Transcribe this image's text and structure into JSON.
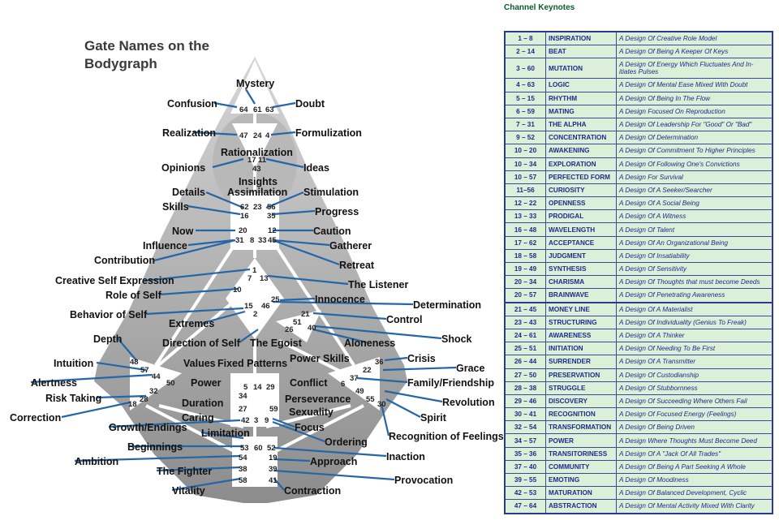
{
  "diagram": {
    "title_line1": "Gate Names on the",
    "title_line2": "Bodygraph",
    "labels": [
      "Mystery",
      "Confusion",
      "Doubt",
      "Realization",
      "Formulization",
      "Rationalization",
      "Opinions",
      "Ideas",
      "Insights",
      "Assimilation",
      "Details",
      "Stimulation",
      "Skills",
      "Progress",
      "Now",
      "Caution",
      "Influence",
      "Gatherer",
      "Contribution",
      "Retreat",
      "Creative Self Expression",
      "The Listener",
      "Role of Self",
      "Innocence",
      "Determination",
      "Behavior of Self",
      "Control",
      "Extremes",
      "Shock",
      "Direction of Self",
      "The Egoist",
      "Aloneness",
      "Depth",
      "Crisis",
      "Intuition",
      "Values",
      "Fixed Patterns",
      "Power Skills",
      "Grace",
      "Alertness",
      "Power",
      "Conflict",
      "Family/Friendship",
      "Risk Taking",
      "Perseverance",
      "Revolution",
      "Duration",
      "Sexuality",
      "Correction",
      "Caring",
      "Spirit",
      "Growth/Endings",
      "Focus",
      "Recognition of Feelings",
      "Limitation",
      "Ordering",
      "Beginnings",
      "Inaction",
      "Ambition",
      "Approach",
      "The Fighter",
      "Provocation",
      "Vitality",
      "Contraction"
    ],
    "gates": [
      "64",
      "61",
      "63",
      "47",
      "24",
      "4",
      "17",
      "11",
      "43",
      "62",
      "23",
      "56",
      "16",
      "35",
      "20",
      "12",
      "31",
      "8",
      "33",
      "45",
      "1",
      "7",
      "13",
      "10",
      "25",
      "15",
      "46",
      "2",
      "21",
      "51",
      "26",
      "40",
      "48",
      "36",
      "57",
      "44",
      "22",
      "37",
      "50",
      "6",
      "32",
      "49",
      "28",
      "55",
      "18",
      "30",
      "5",
      "14",
      "29",
      "34",
      "27",
      "59",
      "42",
      "3",
      "9",
      "53",
      "60",
      "52",
      "54",
      "19",
      "38",
      "39",
      "58",
      "41"
    ]
  },
  "keynotes": {
    "title": "Channel Keynotes",
    "rows": [
      {
        "gates": "1 – 8",
        "name": "INSPIRATION",
        "design": "A Design Of Creative Role Model"
      },
      {
        "gates": "2 – 14",
        "name": "BEAT",
        "design": "A Design Of Being A Keeper Of Keys"
      },
      {
        "gates": "3 – 60",
        "name": "MUTATION",
        "design": "A Design Of Energy Which Fluctuates And In-itiates Pulses"
      },
      {
        "gates": "4 – 63",
        "name": "LOGIC",
        "design": "A Design Of Mental Ease Mixed With Doubt"
      },
      {
        "gates": "5 – 15",
        "name": "RHYTHM",
        "design": "A Design Of Being In The Flow"
      },
      {
        "gates": "6 – 59",
        "name": "MATING",
        "design": "A Design Focused On Reproduction"
      },
      {
        "gates": "7 – 31",
        "name": "THE ALPHA",
        "design": "A Design Of Leadership For \"Good\" Or \"Bad\""
      },
      {
        "gates": "9 – 52",
        "name": "CONCENTRATION",
        "design": "A Design Of Determination"
      },
      {
        "gates": "10 – 20",
        "name": "AWAKENING",
        "design": "A Design Of Commitment To Higher Principles"
      },
      {
        "gates": "10 – 34",
        "name": "EXPLORATION",
        "design": "A Design Of Following One's Convictions"
      },
      {
        "gates": "10 – 57",
        "name": "PERFECTED FORM",
        "design": "A Design For Survival"
      },
      {
        "gates": "11–56",
        "name": "CURIOSITY",
        "design": "A Design Of A Seeker/Searcher"
      },
      {
        "gates": "12 – 22",
        "name": "OPENNESS",
        "design": "A Design Of A Social Being"
      },
      {
        "gates": "13 – 33",
        "name": "PRODIGAL",
        "design": "A Design Of A Witness"
      },
      {
        "gates": "16 – 48",
        "name": "WAVELENGTH",
        "design": "A Design Of Talent"
      },
      {
        "gates": "17 – 62",
        "name": "ACCEPTANCE",
        "design": "A Design Of An Organizational Being"
      },
      {
        "gates": "18 – 58",
        "name": "JUDGMENT",
        "design": "A Design Of Insatiability"
      },
      {
        "gates": "19 – 49",
        "name": "SYNTHESIS",
        "design": "A Design Of Sensitivity"
      },
      {
        "gates": "20 – 34",
        "name": "CHARISMA",
        "design": "A Design Of Thoughts that must become Deeds"
      },
      {
        "gates": "20 – 57",
        "name": "BRAINWAVE",
        "design": "A Design Of Penetrating Awareness"
      },
      {
        "gates": "21 – 45",
        "name": "MONEY LINE",
        "design": "A Design Of A Materialist"
      },
      {
        "gates": "23 – 43",
        "name": "STRUCTURING",
        "design": "A Design Of Individuality (Genius To Freak)"
      },
      {
        "gates": "24 – 61",
        "name": "AWARENESS",
        "design": "A Design Of A Thinker"
      },
      {
        "gates": "25 – 51",
        "name": "INITIATION",
        "design": "A Design Of Needing To Be First"
      },
      {
        "gates": "26 – 44",
        "name": "SURRENDER",
        "design": "A Design Of A Transmitter"
      },
      {
        "gates": "27 – 50",
        "name": "PRESERVATION",
        "design": "A Design Of Custodianship"
      },
      {
        "gates": "28 – 38",
        "name": "STRUGGLE",
        "design": "A Design Of Stubbornness"
      },
      {
        "gates": "29 – 46",
        "name": "DISCOVERY",
        "design": "A Design Of Succeeding Where Others Fail"
      },
      {
        "gates": "30 – 41",
        "name": "RECOGNITION",
        "design": "A Design Of Focused Energy (Feelings)"
      },
      {
        "gates": "32 – 54",
        "name": "TRANSFORMATION",
        "design": "A Design Of Being Driven"
      },
      {
        "gates": "34 – 57",
        "name": "POWER",
        "design": "A Design Where Thoughts Must Become Deed"
      },
      {
        "gates": "35 – 36",
        "name": "TRANSITORINESS",
        "design": "A Design Of A \"Jack Of All Trades\""
      },
      {
        "gates": "37 – 40",
        "name": "COMMUNITY",
        "design": "A Design Of Being A Part Seeking A Whole"
      },
      {
        "gates": "39 – 55",
        "name": "EMOTING",
        "design": "A Design Of Moodiness"
      },
      {
        "gates": "42 – 53",
        "name": "MATURATION",
        "design": "A Design Of Balanced Development, Cyclic"
      },
      {
        "gates": "47 – 64",
        "name": "ABSTRACTION",
        "design": "A Design Of Mental Activity Mixed With Clarity"
      }
    ]
  },
  "colors": {
    "line": "#2566a8",
    "body": "#9a9a9a",
    "cell": "#dcefd8",
    "border": "#2b3a8c",
    "text": "#1c2c8c",
    "title": "#0a5a2e"
  }
}
